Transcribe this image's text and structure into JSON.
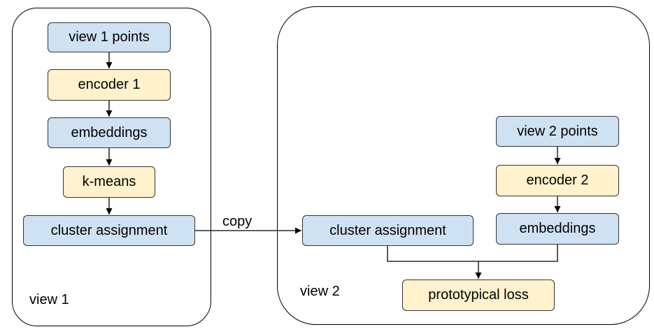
{
  "colors": {
    "data_node": "#cfe2f3",
    "operation_node": "#fff2cc",
    "stroke": "#000000"
  },
  "view1": {
    "panel_label": "view 1",
    "points": "view 1 points",
    "encoder": "encoder 1",
    "embeddings": "embeddings",
    "kmeans": "k-means",
    "cluster_assignment": "cluster assignment"
  },
  "copy_label": "copy",
  "view2": {
    "panel_label": "view 2",
    "points": "view 2 points",
    "encoder": "encoder 2",
    "embeddings": "embeddings",
    "cluster_assignment": "cluster assignment",
    "loss": "prototypical loss"
  }
}
